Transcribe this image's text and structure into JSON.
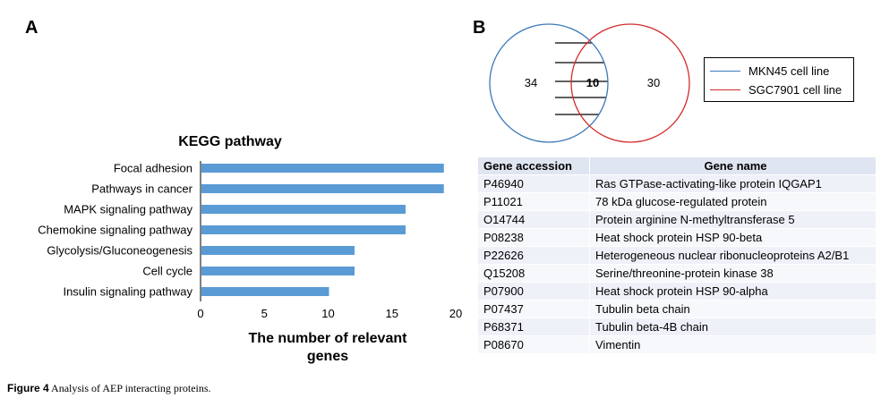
{
  "panels": {
    "a": "A",
    "b": "B"
  },
  "chart_data": {
    "type": "bar",
    "orientation": "horizontal",
    "title": "KEGG pathway",
    "categories": [
      "Focal adhesion",
      "Pathways in cancer",
      "MAPK signaling pathway",
      "Chemokine signaling pathway",
      "Glycolysis/Gluconeogenesis",
      "Cell cycle",
      "Insulin signaling pathway"
    ],
    "values": [
      19,
      19,
      16,
      16,
      12,
      12,
      10
    ],
    "xlabel": "The number of relevant genes",
    "xlim": [
      0,
      20
    ],
    "xticks": [
      "0",
      "5",
      "10",
      "15",
      "20"
    ],
    "bar_color": "#5b9bd5",
    "grid": false
  },
  "venn": {
    "left_only": "34",
    "overlap": "10",
    "right_only": "30",
    "left_color": "#3a78b8",
    "right_color": "#d42a2a"
  },
  "legend": {
    "items": [
      {
        "label": "MKN45 cell line",
        "color": "#3a78b8"
      },
      {
        "label": "SGC7901 cell line",
        "color": "#d42a2a"
      }
    ]
  },
  "table": {
    "headers": [
      "Gene accession",
      "Gene name"
    ],
    "rows": [
      [
        "P46940",
        "Ras GTPase-activating-like protein IQGAP1"
      ],
      [
        "P11021",
        "78 kDa glucose-regulated protein"
      ],
      [
        "O14744",
        "Protein arginine N-methyltransferase 5"
      ],
      [
        "P08238",
        "Heat shock protein HSP 90-beta"
      ],
      [
        "P22626",
        "Heterogeneous nuclear ribonucleoproteins A2/B1"
      ],
      [
        "Q15208",
        "Serine/threonine-protein kinase 38"
      ],
      [
        "P07900",
        "Heat shock protein HSP 90-alpha"
      ],
      [
        "P07437",
        "Tubulin beta chain"
      ],
      [
        "P68371",
        "Tubulin beta-4B chain"
      ],
      [
        "P08670",
        "Vimentin"
      ]
    ]
  },
  "caption": {
    "label": "Figure 4",
    "text": "Analysis of AEP interacting proteins."
  }
}
